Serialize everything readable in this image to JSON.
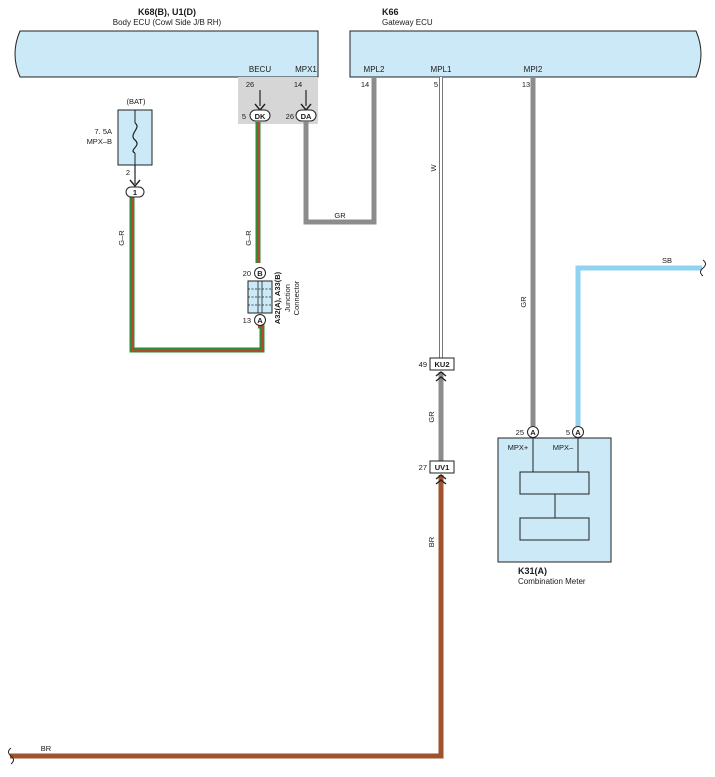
{
  "components": {
    "body_ecu": {
      "id": "K68(B), U1(D)",
      "name": "Body ECU (Cowl Side J/B RH)"
    },
    "gateway_ecu": {
      "id": "K66",
      "name": "Gateway ECU"
    },
    "combination_meter": {
      "id": "K31(A)",
      "name": "Combination Meter"
    },
    "junction_connector": {
      "id": "A32(A), A33(B)",
      "line1": "Junction",
      "line2": "Connector"
    },
    "fuse": {
      "source": "(BAT)",
      "rating": "7. 5A",
      "name": "MPX–B"
    }
  },
  "terminals": {
    "becu": "BECU",
    "mpx1": "MPX1",
    "mpl2": "MPL2",
    "mpl1": "MPL1",
    "mpi2": "MPI2",
    "mpx_plus": "MPX+",
    "mpx_minus": "MPX–"
  },
  "pins": {
    "becu": "26",
    "mpx1": "14",
    "mpl2": "14",
    "mpl1": "5",
    "mpi2": "13",
    "dk": "5",
    "da": "26",
    "fuse_out": "2",
    "jc_b": "20",
    "jc_a": "13",
    "ku2": "49",
    "uv1": "27",
    "meter_a_plus": "25",
    "meter_a_minus": "5"
  },
  "connectors": {
    "dk": "DK",
    "da": "DA",
    "c1": "1",
    "jc_b": "B",
    "jc_a": "A",
    "ku2": "KU2",
    "uv1": "UV1",
    "meter_a1": "A",
    "meter_a2": "A"
  },
  "wires": {
    "gr_da": "GR",
    "gr_jc": "G–R",
    "gr_fuse": "G–R",
    "w": "W",
    "gr_mpi2": "GR",
    "gr_ku2": "GR",
    "br_vert": "BR",
    "br_bottom": "BR",
    "sb": "SB"
  },
  "colors": {
    "ecu_fill": "#cbe9f6",
    "conn_fill": "#d6d6d6",
    "gray_wire": "#8c8c8c",
    "brown_wire": "#a0522d",
    "sb_wire": "#8fd3f0",
    "green_wire": "#2e8b3a",
    "red_wire": "#d43a2a"
  }
}
